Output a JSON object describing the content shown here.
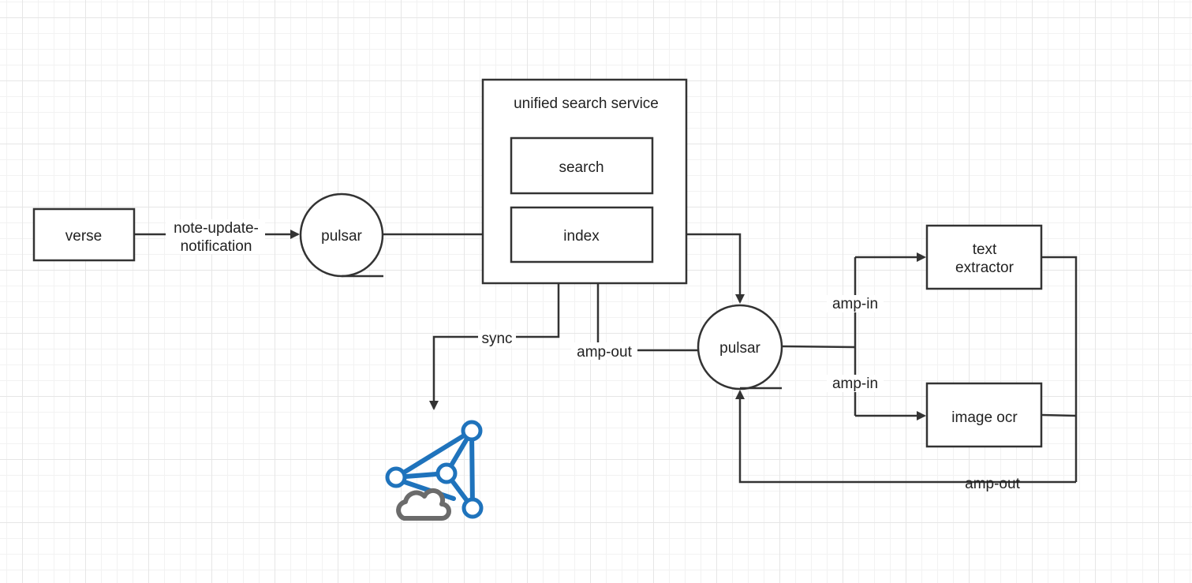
{
  "nodes": {
    "verse": "verse",
    "pulsar_in": "pulsar",
    "service_title": "unified search service",
    "search": "search",
    "index": "index",
    "pulsar_mid": "pulsar",
    "text_extractor_line1": "text",
    "text_extractor_line2": "extractor",
    "image_ocr": "image ocr"
  },
  "edges": {
    "note_update_line1": "note-update-",
    "note_update_line2": "notification",
    "sync": "sync",
    "amp_out_left": "amp-out",
    "amp_in_top": "amp-in",
    "amp_in_bottom": "amp-in",
    "amp_out_bottom": "amp-out"
  },
  "colors": {
    "stroke": "#333333",
    "cloud_icon_blue": "#1f73bc",
    "cloud_icon_gray": "#6b6b6b"
  }
}
